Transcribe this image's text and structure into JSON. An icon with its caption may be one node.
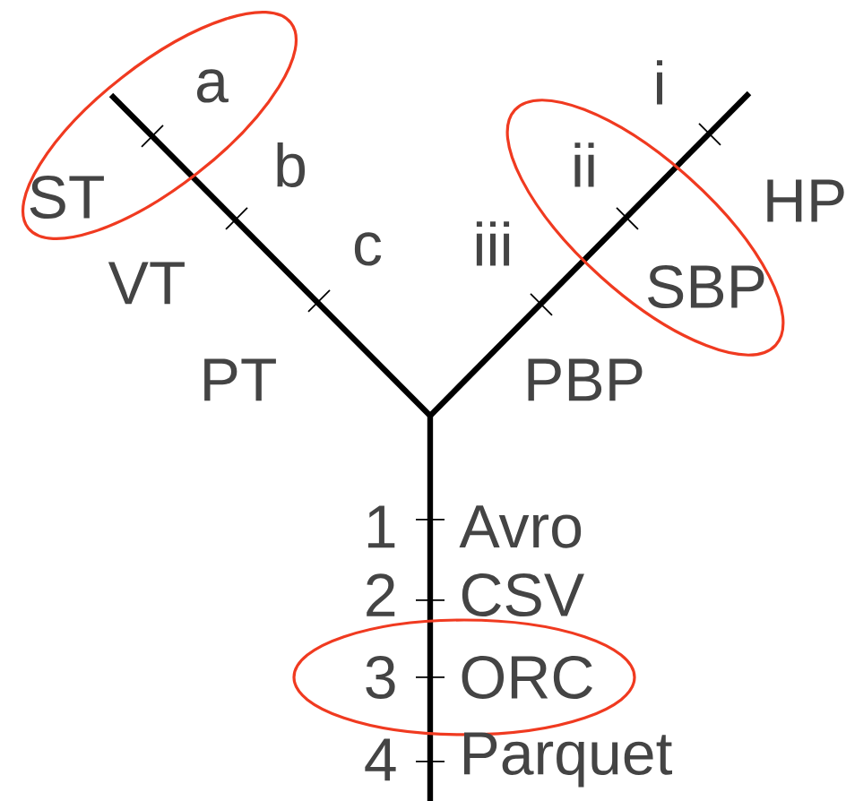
{
  "diagram": {
    "labels": [
      "a",
      "i",
      "b",
      "ii",
      "ST",
      "HP",
      "c",
      "iii",
      "VT",
      "SBP",
      "PT",
      "PBP",
      "1",
      "Avro",
      "2",
      "CSV",
      "3",
      "ORC",
      "4",
      "Parquet"
    ]
  }
}
